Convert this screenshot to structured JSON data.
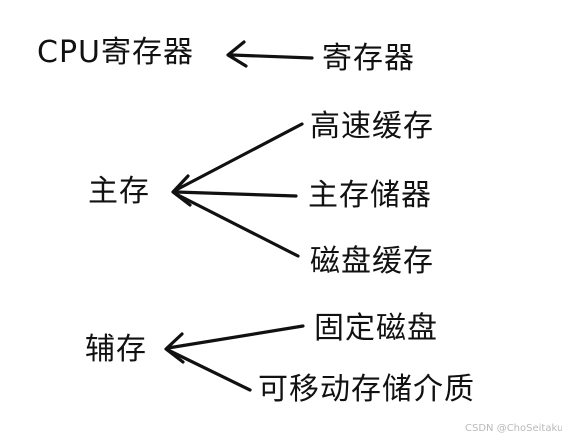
{
  "diagram": {
    "cpu_register": "CPU寄存器",
    "register": "寄存器",
    "main_memory": "主存",
    "cache": "高速缓存",
    "main_storage": "主存储器",
    "disk_cache": "磁盘缓存",
    "secondary_storage": "辅存",
    "fixed_disk": "固定磁盘",
    "removable_media": "可移动存储介质"
  },
  "watermark": "CSDN @ChoSeitaku",
  "colors": {
    "ink": "#111111",
    "background": "#ffffff",
    "watermark": "#b9b9b9"
  }
}
